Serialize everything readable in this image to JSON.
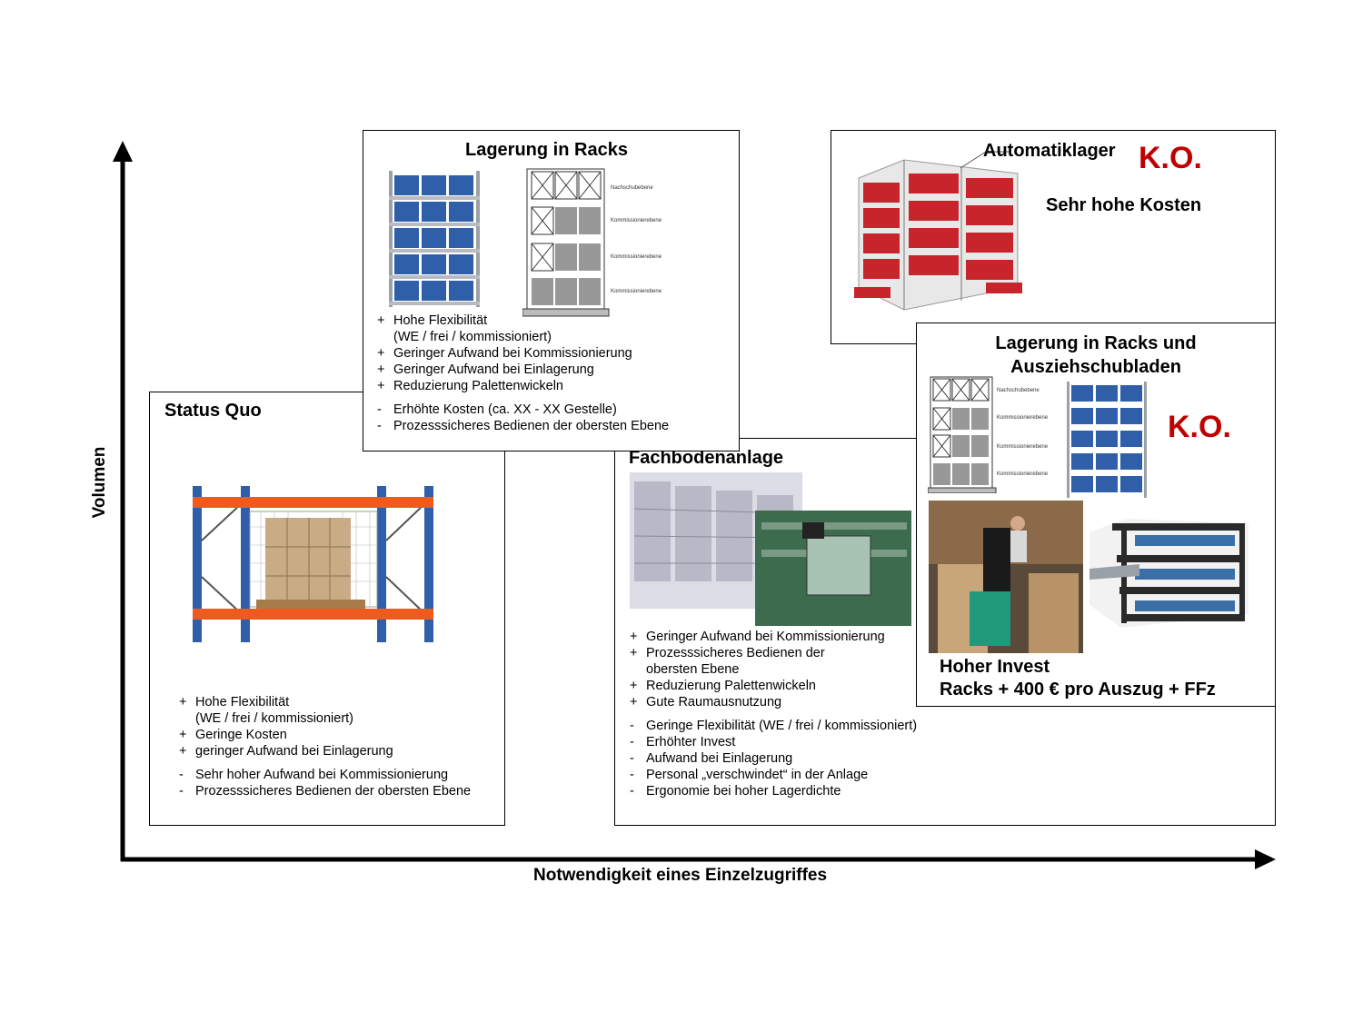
{
  "axes": {
    "x_label": "Notwendigkeit eines Einzelzugriffes",
    "y_label": "Volumen"
  },
  "status_quo": {
    "title": "Status Quo",
    "pros": [
      "Hohe Flexibilität",
      "(WE / frei / kommissioniert)",
      "Geringe Kosten",
      "geringer Aufwand bei Einlagerung"
    ],
    "cons": [
      "Sehr hoher Aufwand bei Kommissionierung",
      "Prozesssicheres Bedienen der obersten Ebene"
    ]
  },
  "racks": {
    "title": "Lagerung in Racks",
    "diagram_levels": [
      "Nachschubebene",
      "Kommissionierebene",
      "Kommissionierebene",
      "Kommissionierebene"
    ],
    "pros": [
      "Hohe Flexibilität",
      "(WE / frei / kommissioniert)",
      "Geringer Aufwand bei Kommissionierung",
      "Geringer Aufwand bei Einlagerung",
      "Reduzierung Palettenwickeln"
    ],
    "cons": [
      "Erhöhte Kosten (ca. XX - XX Gestelle)",
      "Prozesssicheres Bedienen der obersten Ebene"
    ]
  },
  "automatik": {
    "title": "Automatiklager",
    "ko": "K.O.",
    "note": "Sehr hohe Kosten"
  },
  "fachboden": {
    "title": "Fachbodenanlage",
    "pros": [
      "Geringer Aufwand bei Kommissionierung",
      "Prozesssicheres Bedienen der",
      "obersten Ebene",
      "Reduzierung Palettenwickeln",
      "Gute Raumausnutzung"
    ],
    "cons": [
      "Geringe Flexibilität  (WE / frei / kommissioniert)",
      "Erhöhter Invest",
      "Aufwand bei Einlagerung",
      "Personal „verschwindet“ in der Anlage",
      "Ergonomie bei hoher Lagerdichte"
    ]
  },
  "schubladen": {
    "title_line1": "Lagerung in Racks und",
    "title_line2": "Ausziehschubladen",
    "ko": "K.O.",
    "diagram_levels": [
      "Nachschubebene",
      "Kommissionierebene",
      "Kommissionierebene",
      "Kommissionierebene"
    ],
    "invest_line1": "Hoher Invest",
    "invest_line2": "Racks + 400 € pro Auszug + FFz"
  },
  "colors": {
    "ko_red": "#c00000",
    "rack_blue": "#2f5fa8",
    "beam_orange": "#ef5a1e",
    "automatik_red": "#c8242b"
  }
}
